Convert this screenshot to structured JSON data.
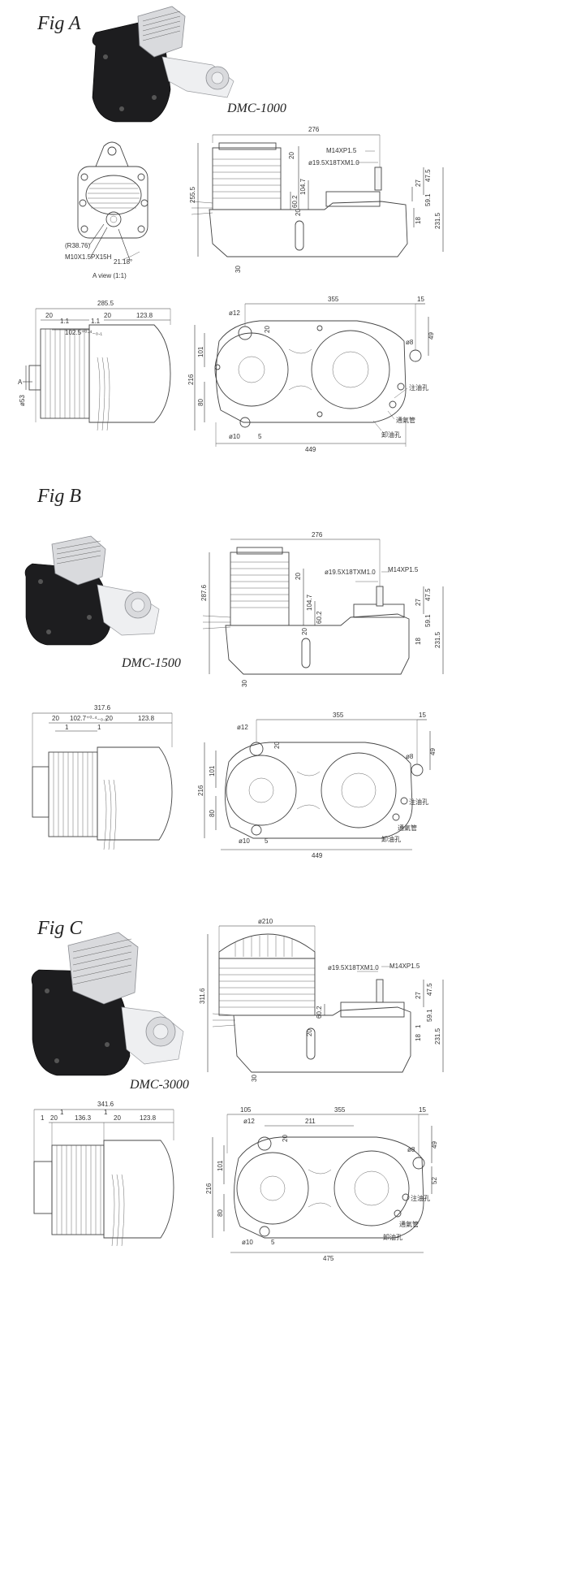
{
  "figures": [
    {
      "label": "Fig A",
      "model": "DMC-1000",
      "aview": {
        "radius": "(R38.76)",
        "thread": "M10X1.5PX15H",
        "angle": "21.18°",
        "caption": "A view  (1:1)"
      },
      "side": {
        "d276": "276",
        "d255": "255.5",
        "thread1": "M14XP1.5",
        "thread2": "ø19.5X18TXM1.0",
        "d20": "20",
        "d104": "104.7",
        "d60": "60.2",
        "d27": "27",
        "d47": "47.5",
        "d59": "59.1",
        "d18": "18",
        "d231": "231.5",
        "d30": "30",
        "d20b": "20"
      },
      "front": {
        "d285": "285.5",
        "d20a": "20",
        "d20b": "20",
        "d1a": "1.1",
        "d1b": "1.1",
        "d102": "102.5⁺⁰·⁴₋₀.₁",
        "d123": "123.8",
        "arrowA": "A",
        "d53": "ø53"
      },
      "top": {
        "d12": "ø12",
        "d355": "355",
        "d15": "15",
        "d20": "20",
        "d8": "ø8",
        "d49": "49",
        "d101": "101",
        "d216": "216",
        "d80": "80",
        "oilfill": "注油孔",
        "vent": "通氣管",
        "drain": "卸油孔",
        "d10": "ø10",
        "d5": "5",
        "d449": "449"
      }
    },
    {
      "label": "Fig B",
      "model": "DMC-1500",
      "side": {
        "d276": "276",
        "d287": "287.6",
        "thread1": "M14XP1.5",
        "thread2": "ø19.5X18TXM1.0",
        "d20": "20",
        "d104": "104.7",
        "d60": "60.2",
        "d27": "27",
        "d47": "47.5",
        "d59": "59.1",
        "d18": "18",
        "d231": "231.5",
        "d30": "30",
        "d20b": "20"
      },
      "front": {
        "d317": "317.6",
        "d20a": "20",
        "d102": "102.7⁺⁰·⁴₋₀.₁",
        "d20b": "20",
        "d123": "123.8",
        "d1a": "1",
        "d1b": "1"
      },
      "top": {
        "d12": "ø12",
        "d355": "355",
        "d15": "15",
        "d20": "20",
        "d8": "ø8",
        "d49": "49",
        "d101": "101",
        "d216": "216",
        "d80": "80",
        "oilfill": "注油孔",
        "vent": "通氣管",
        "drain": "卸油孔",
        "d10": "ø10",
        "d5": "5",
        "d449": "449"
      }
    },
    {
      "label": "Fig C",
      "model": "DMC-3000",
      "side": {
        "d210": "ø210",
        "d311": "311.6",
        "thread1": "M14XP1.5",
        "thread2": "ø19.5X18TXM1.0",
        "d60": "60.2",
        "d27": "27",
        "d47": "47.5",
        "d59": "59.1",
        "d18": "18",
        "d231": "231.5",
        "d30": "30",
        "d1": "1",
        "d20b": "20"
      },
      "front": {
        "d341": "341.6",
        "d1a": "1",
        "d1b": "1",
        "d1c": "1",
        "d20a": "20",
        "d136": "136.3",
        "d20b": "20",
        "d123": "123.8"
      },
      "top": {
        "d105": "105",
        "d12": "ø12",
        "d355": "355",
        "d15": "15",
        "d211": "211",
        "d20": "20",
        "d8": "ø8",
        "d49": "49",
        "d52": "52",
        "d101": "101",
        "d216": "216",
        "d80": "80",
        "oilfill": "注油孔",
        "vent": "通氣管",
        "drain": "卸油孔",
        "d10": "ø10",
        "d5": "5",
        "d475": "475"
      }
    }
  ]
}
